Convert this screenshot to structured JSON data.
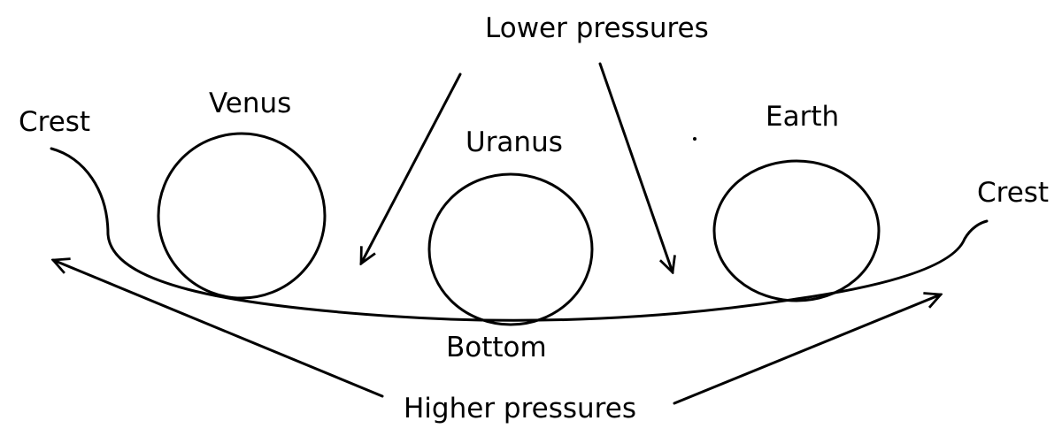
{
  "diagram": {
    "labels": {
      "lower_pressures": "Lower pressures",
      "higher_pressures": "Higher pressures",
      "crest_left": "Crest",
      "crest_right": "Crest",
      "venus": "Venus",
      "uranus": "Uranus",
      "earth": "Earth",
      "bottom": "Bottom"
    },
    "colors": {
      "ink": "#000000",
      "background": "#ffffff"
    }
  }
}
